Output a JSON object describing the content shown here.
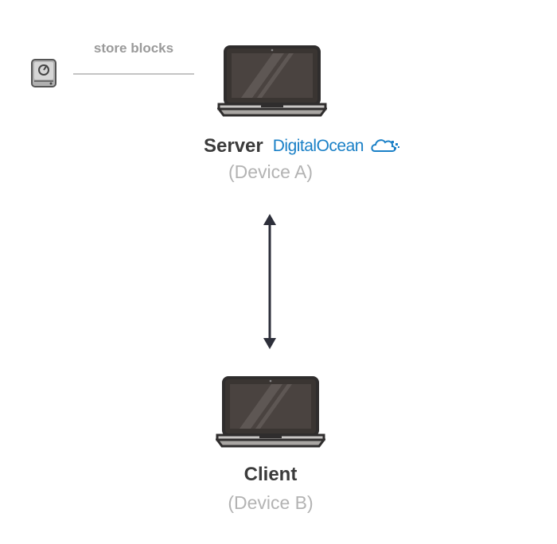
{
  "storage": {
    "label": "store blocks",
    "icon": "hard-drive-icon"
  },
  "server": {
    "title": "Server",
    "device": "(Device A)",
    "provider": "DigitalOcean",
    "provider_color": "#1a80c7",
    "icon": "laptop-icon"
  },
  "connection": {
    "type": "bidirectional-arrow",
    "color": "#2d2f3a"
  },
  "client": {
    "title": "Client",
    "device": "(Device B)",
    "icon": "laptop-icon"
  }
}
